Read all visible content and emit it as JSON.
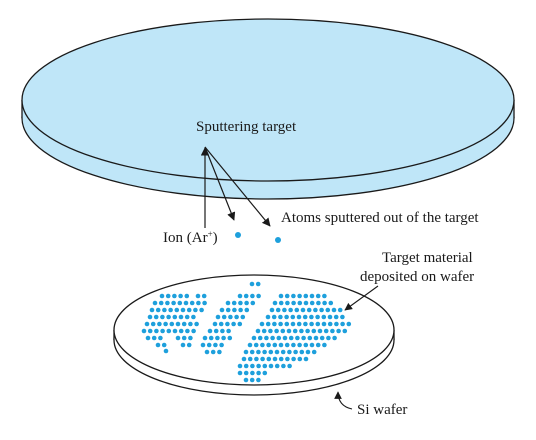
{
  "labels": {
    "target": "Sputtering target",
    "ion": "Ion (Ar",
    "ion_superscript": "+",
    "ion_close": ")",
    "atoms": "Atoms sputtered out of the target",
    "deposited_line1": "Target material",
    "deposited_line2": "deposited on wafer",
    "wafer": "Si wafer"
  },
  "colors": {
    "target_fill": "#bfe6f8",
    "outline": "#1a1a1a",
    "dot": "#1ea0dc"
  }
}
